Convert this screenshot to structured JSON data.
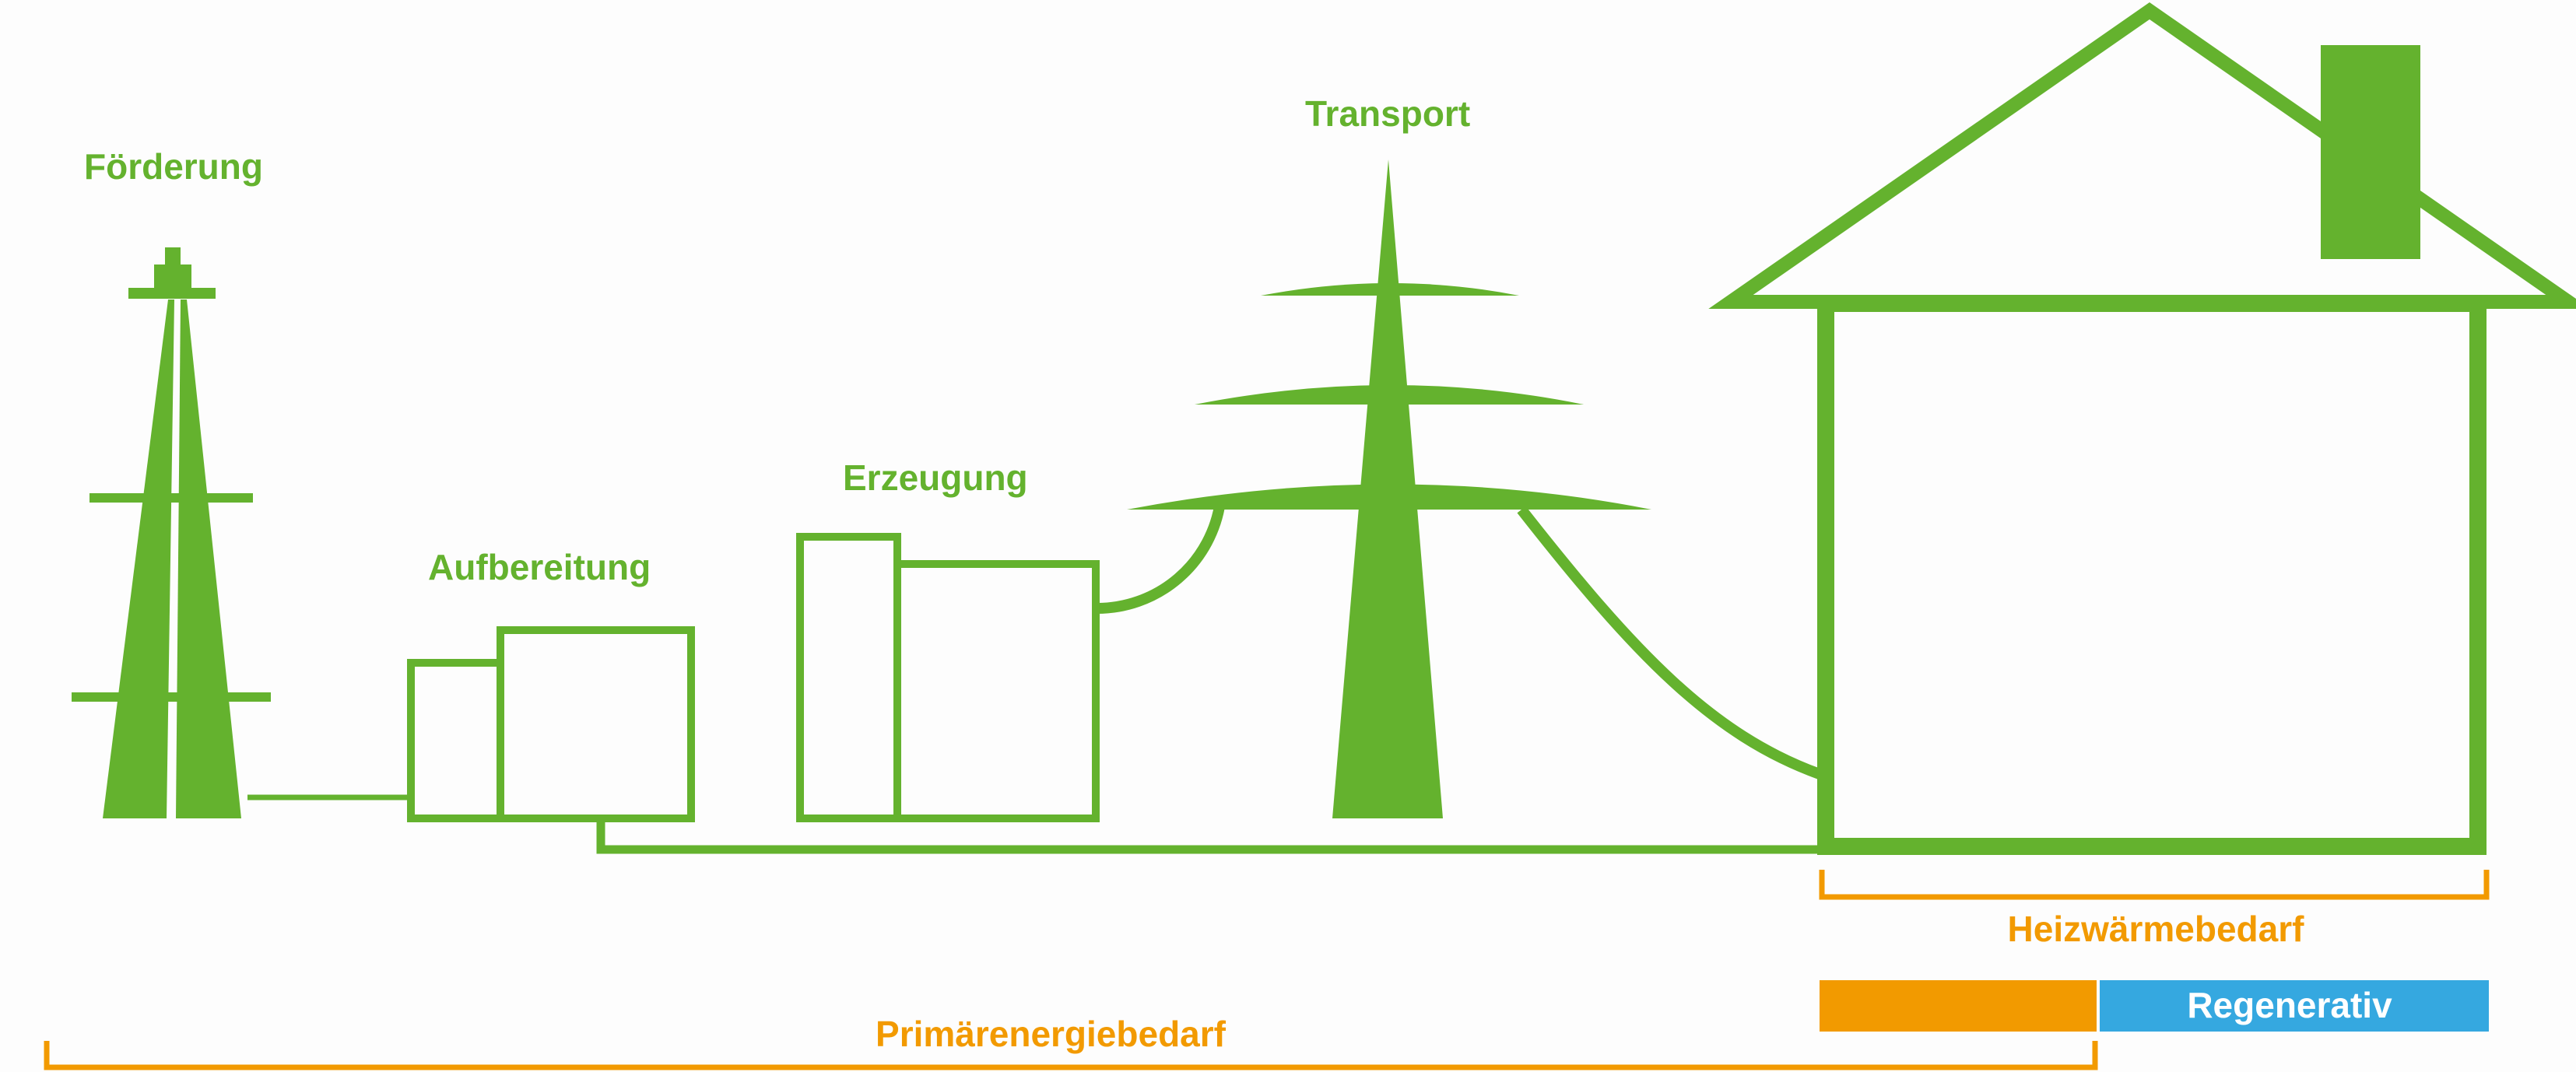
{
  "stages": {
    "foerderung": "Förderung",
    "aufbereitung": "Aufbereitung",
    "erzeugung": "Erzeugung",
    "transport": "Transport"
  },
  "brackets": {
    "heizwaerme": "Heizwärmebedarf",
    "primaer": "Primärenergiebedarf"
  },
  "bar": {
    "regenerativ_label": "Regenerativ"
  },
  "colors": {
    "green": "#64b22e",
    "orange": "#f29a00",
    "blue": "#35a8e0",
    "background": "#fdfdfd"
  }
}
